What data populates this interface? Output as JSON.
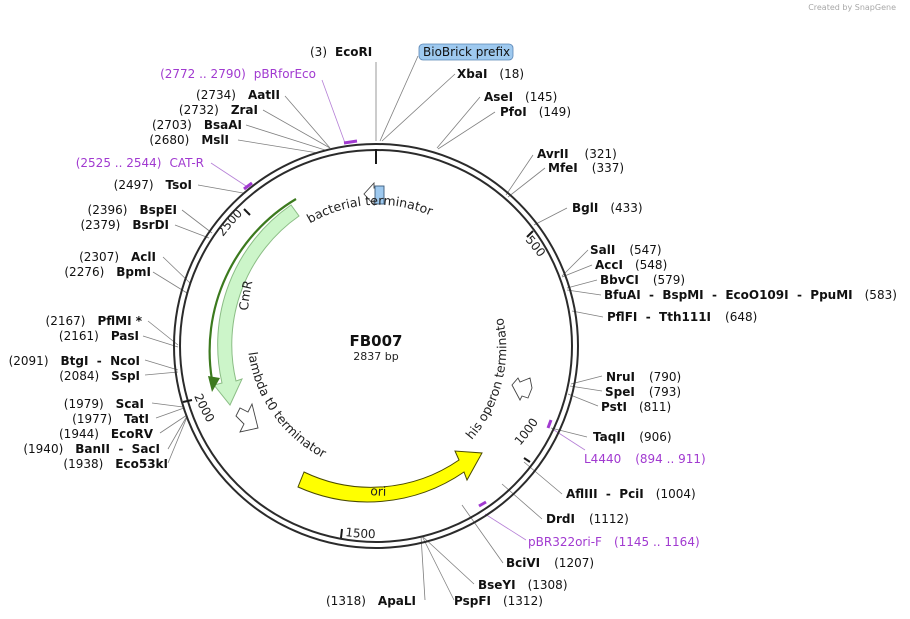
{
  "credit": "Created by SnapGene",
  "plasmid": {
    "name": "FB007",
    "length": "2837 bp"
  },
  "ticks": [
    "500",
    "1000",
    "1500",
    "2000",
    "2500"
  ],
  "features": [
    {
      "name": "bacterial terminator",
      "type": "terminator"
    },
    {
      "name": "CmR",
      "type": "cds",
      "color": "#ccf5c9"
    },
    {
      "name": "lambda t0 terminator",
      "type": "terminator"
    },
    {
      "name": "ori",
      "type": "rep_origin",
      "color": "#ffff00"
    },
    {
      "name": "his operon terminator",
      "type": "terminator"
    },
    {
      "name": "BioBrick prefix",
      "type": "misc",
      "color": "#9ec9ef"
    }
  ],
  "enzymes": [
    {
      "text": "(3)",
      "bold": "EcoRI"
    },
    {
      "text": "XbaI",
      "pos": "(18)"
    },
    {
      "text": "AseI",
      "pos": "(145)"
    },
    {
      "text": "PfoI",
      "pos": "(149)"
    },
    {
      "text": "AvrII",
      "pos": "(321)"
    },
    {
      "text": "MfeI",
      "pos": "(337)"
    },
    {
      "text": "BglI",
      "pos": "(433)"
    },
    {
      "text": "SalI",
      "pos": "(547)"
    },
    {
      "text": "AccI",
      "pos": "(548)"
    },
    {
      "text": "BbvCI",
      "pos": "(579)"
    },
    {
      "text": "BfuAI  -  BspMI  -  EcoO109I  -  PpuMI",
      "pos": "(583)"
    },
    {
      "text": "PflFI  -  Tth111I",
      "pos": "(648)"
    },
    {
      "text": "NruI",
      "pos": "(790)"
    },
    {
      "text": "SpeI",
      "pos": "(793)"
    },
    {
      "text": "PstI",
      "pos": "(811)"
    },
    {
      "text": "TaqII",
      "pos": "(906)"
    },
    {
      "text": "AflIII  -  PciI",
      "pos": "(1004)"
    },
    {
      "text": "DrdI",
      "pos": "(1112)"
    },
    {
      "text": "BciVI",
      "pos": "(1207)"
    },
    {
      "text": "BseYI",
      "pos": "(1308)"
    },
    {
      "text": "PspFI",
      "pos": "(1312)"
    },
    {
      "text": "ApaLI",
      "pos": "(1318)"
    },
    {
      "text": "Eco53kI",
      "pos": "(1938)"
    },
    {
      "text": "BanII  -  SacI",
      "pos": "(1940)"
    },
    {
      "text": "EcoRV",
      "pos": "(1944)"
    },
    {
      "text": "TatI",
      "pos": "(1977)"
    },
    {
      "text": "ScaI",
      "pos": "(1979)"
    },
    {
      "text": "SspI",
      "pos": "(2084)"
    },
    {
      "text": "BtgI  -  NcoI",
      "pos": "(2091)"
    },
    {
      "text": "PasI",
      "pos": "(2161)"
    },
    {
      "text": "PflMI *",
      "pos": "(2167)"
    },
    {
      "text": "BpmI",
      "pos": "(2276)"
    },
    {
      "text": "AclI",
      "pos": "(2307)"
    },
    {
      "text": "BsrDI",
      "pos": "(2379)"
    },
    {
      "text": "BspEI",
      "pos": "(2396)"
    },
    {
      "text": "TsoI",
      "pos": "(2497)"
    },
    {
      "text": "MslI",
      "pos": "(2680)"
    },
    {
      "text": "BsaAI",
      "pos": "(2703)"
    },
    {
      "text": "ZraI",
      "pos": "(2732)"
    },
    {
      "text": "AatII",
      "pos": "(2734)"
    }
  ],
  "primers": [
    {
      "name": "pBRforEco",
      "pos": "(2772 .. 2790)",
      "color": "#a13ad0"
    },
    {
      "name": "CAT-R",
      "pos": "(2525 .. 2544)",
      "color": "#a13ad0"
    },
    {
      "name": "L4440",
      "pos": "(894 .. 911)",
      "color": "#a13ad0"
    },
    {
      "name": "pBR322ori-F",
      "pos": "(1145 .. 1164)",
      "color": "#a13ad0"
    }
  ]
}
